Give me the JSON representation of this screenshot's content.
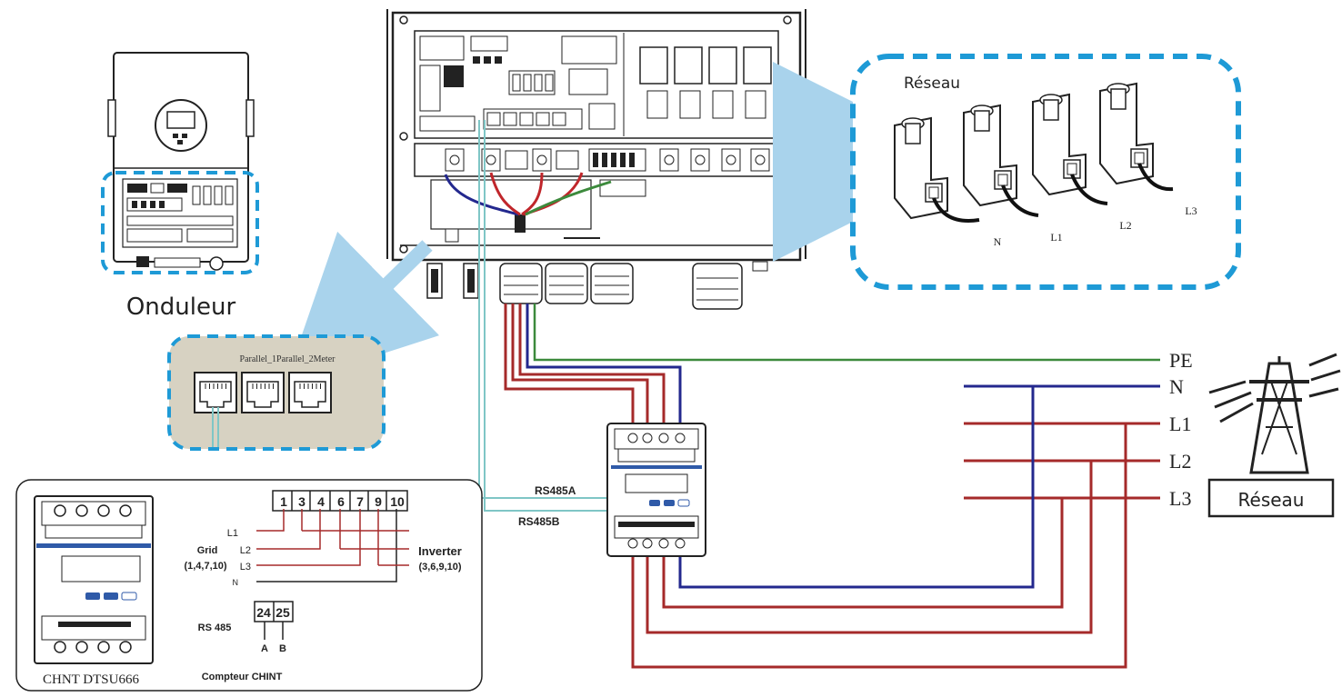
{
  "inverter_caption": "Onduleur",
  "parallel_port_label": "Parallel_1Parallel_2Meter",
  "grid_terminal": {
    "title": "Réseau",
    "labels": [
      "N",
      "L1",
      "L2",
      "L3"
    ]
  },
  "grid_lines": {
    "labels": [
      "PE",
      "N",
      "L1",
      "L2",
      "L3"
    ]
  },
  "grid_tower_label": "Réseau",
  "rs485": {
    "a_label": "RS485A",
    "b_label": "RS485B"
  },
  "legend": {
    "meter_model": "CHNT DTSU666",
    "terminal_numbers": [
      "1",
      "3",
      "4",
      "6",
      "7",
      "9",
      "10"
    ],
    "line_labels": [
      "L1",
      "L2",
      "L3",
      "N"
    ],
    "grid_label": "Grid",
    "grid_terminals": "(1,4,7,10)",
    "inverter_label": "Inverter",
    "inverter_terminals": "(3,6,9,10)",
    "rs485_label": "RS 485",
    "rs485_terminals": [
      "24",
      "25"
    ],
    "rs485_pins": [
      "A",
      "B"
    ],
    "meter_caption": "Compteur CHINT"
  },
  "colors": {
    "highlight_blue": "#1e9ad6",
    "arrow_blue": "#a9d3ec",
    "wire_red": "#a52a2a",
    "wire_blue": "#23288e",
    "wire_green": "#3c8a3c",
    "rs485_teal": "#7fc6c6",
    "panel_tan": "#d7d2c2"
  }
}
